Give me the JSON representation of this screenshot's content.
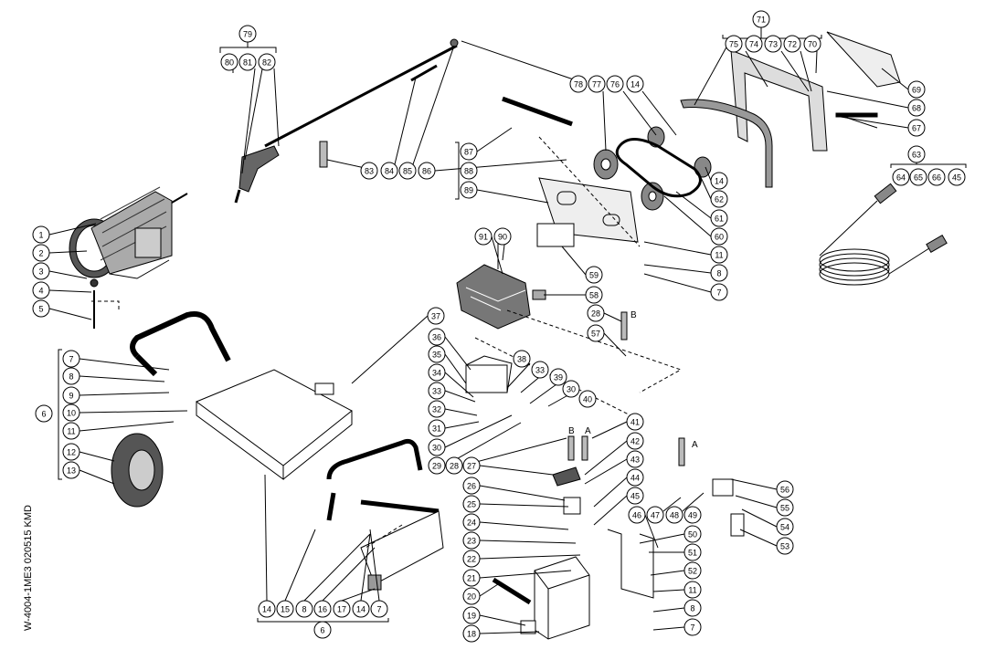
{
  "drawing": {
    "code": "W-4004-1ME3 020515 KMD",
    "callouts": [
      "1",
      "2",
      "3",
      "4",
      "5",
      "6",
      "7",
      "8",
      "9",
      "10",
      "11",
      "12",
      "13",
      "14",
      "15",
      "16",
      "17",
      "18",
      "19",
      "20",
      "21",
      "22",
      "23",
      "24",
      "25",
      "26",
      "27",
      "28",
      "29",
      "30",
      "31",
      "32",
      "33",
      "34",
      "35",
      "36",
      "37",
      "38",
      "39",
      "40",
      "41",
      "42",
      "43",
      "44",
      "45",
      "46",
      "47",
      "48",
      "49",
      "50",
      "51",
      "52",
      "53",
      "54",
      "55",
      "56",
      "57",
      "58",
      "59",
      "60",
      "61",
      "62",
      "63",
      "64",
      "65",
      "66",
      "67",
      "68",
      "69",
      "70",
      "71",
      "72",
      "73",
      "74",
      "75",
      "76",
      "77",
      "78",
      "79",
      "80",
      "81",
      "82",
      "83",
      "84",
      "85",
      "86",
      "87",
      "88",
      "89",
      "90",
      "91"
    ],
    "letters": [
      "A",
      "B"
    ]
  },
  "colors": {
    "line": "#000000",
    "fill_dark": "#333333",
    "paper": "#ffffff"
  }
}
